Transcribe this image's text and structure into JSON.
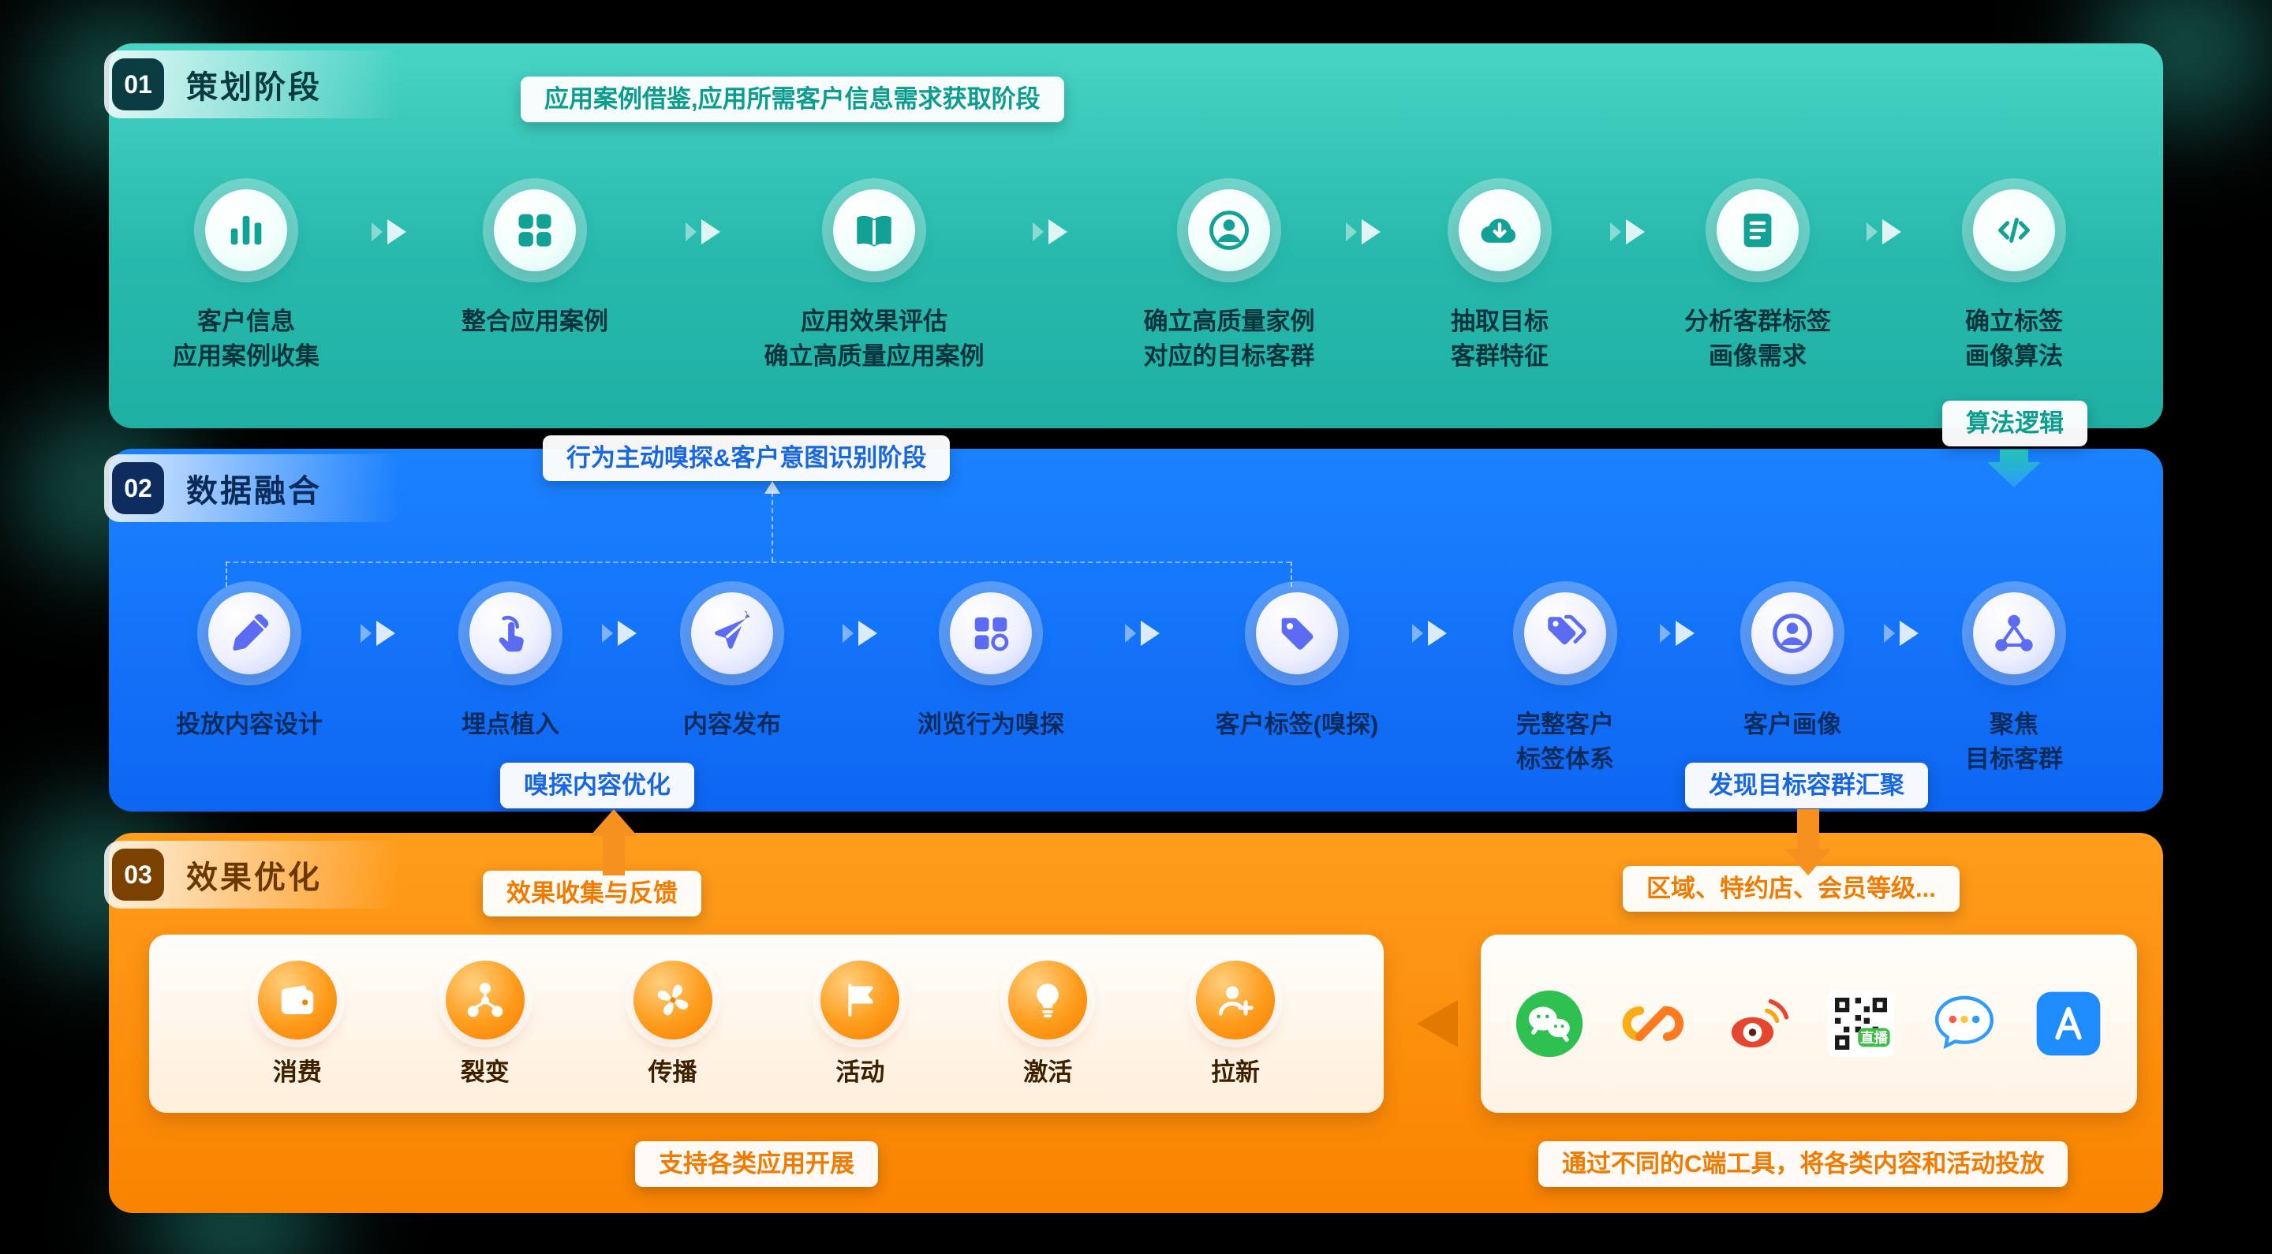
{
  "stage1": {
    "number": "01",
    "title": "策划阶段",
    "banner": "应用案例借鉴,应用所需客户信息需求获取阶段",
    "steps": [
      {
        "icon": "bar-chart",
        "label": "客户信息\n应用案例收集"
      },
      {
        "icon": "app-grid",
        "label": "整合应用案例"
      },
      {
        "icon": "open-book",
        "label": "应用效果评估\n确立高质量应用案例"
      },
      {
        "icon": "user-circle",
        "label": "确立高质量家例\n对应的目标客群"
      },
      {
        "icon": "cloud-download",
        "label": "抽取目标\n客群特征"
      },
      {
        "icon": "document-lines",
        "label": "分析客群标签\n画像需求"
      },
      {
        "icon": "code-brackets",
        "label": "确立标签\n画像算法"
      }
    ],
    "algorithm_badge": "算法逻辑"
  },
  "stage2": {
    "number": "02",
    "title": "数据融合",
    "banner": "行为主动嗅探&客户意图识别阶段",
    "steps": [
      {
        "icon": "pen",
        "label": "投放内容设计"
      },
      {
        "icon": "tap-finger",
        "label": "埋点植入"
      },
      {
        "icon": "paper-plane",
        "label": "内容发布"
      },
      {
        "icon": "browse-grid",
        "label": "浏览行为嗅探"
      },
      {
        "icon": "tag",
        "label": "客户标签(嗅探)"
      },
      {
        "icon": "tags",
        "label": "完整客户\n标签体系"
      },
      {
        "icon": "user-portrait",
        "label": "客户画像"
      },
      {
        "icon": "share-network",
        "label": "聚焦\n目标客群"
      }
    ],
    "optimize_badge": "嗅探内容优化",
    "gather_badge": "发现目标容群汇聚"
  },
  "stage3": {
    "number": "03",
    "title": "效果优化",
    "feedback_badge": "效果收集与反馈",
    "segment_badge": "区域、特约店、会员等级...",
    "apps": [
      {
        "icon": "wallet",
        "label": "消费"
      },
      {
        "icon": "fission",
        "label": "裂变"
      },
      {
        "icon": "fan",
        "label": "传播"
      },
      {
        "icon": "flag",
        "label": "活动"
      },
      {
        "icon": "bulb",
        "label": "激活"
      },
      {
        "icon": "user-plus",
        "label": "拉新"
      }
    ],
    "apps_caption": "支持各类应用开展",
    "channels": [
      {
        "name": "wechat"
      },
      {
        "name": "channels-loop"
      },
      {
        "name": "weibo"
      },
      {
        "name": "live-qr-code"
      },
      {
        "name": "chat"
      },
      {
        "name": "app-store"
      }
    ],
    "qr_live_label": "直播",
    "channels_caption": "通过不同的C端工具，将各类内容和活动投放"
  },
  "colors": {
    "stage1_band": "#25B7AA",
    "stage2_band": "#0D66F2",
    "stage3_band": "#F98300",
    "badge_text_teal": "#0D9D8F",
    "badge_text_blue": "#1866E0",
    "badge_text_orange": "#F07B00",
    "background": "#000000"
  }
}
